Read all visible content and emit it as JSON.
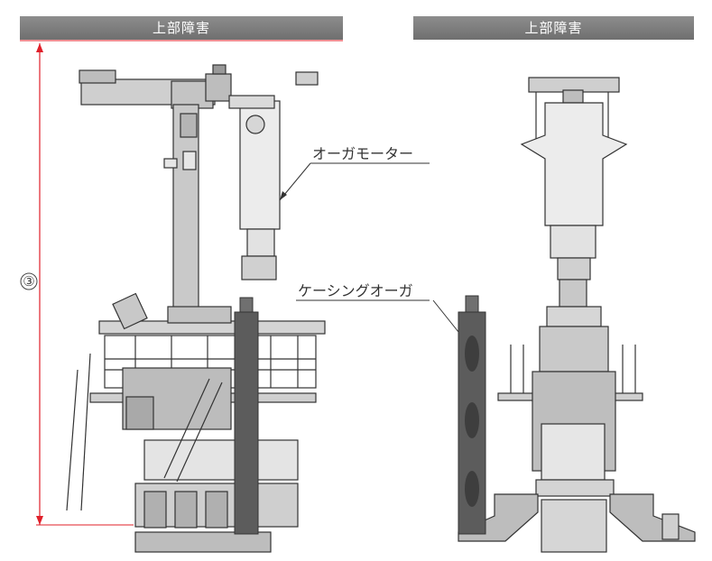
{
  "headers": {
    "left": "上部障害",
    "right": "上部障害"
  },
  "labels": {
    "auger_motor": "オーガモーター",
    "casing_auger": "ケーシングオーガ",
    "dimension_marker": "③"
  },
  "colors": {
    "header_bg": "#7b7b7b",
    "dimension_line": "#e0202a",
    "machine_fill": "#dcdcdc",
    "machine_dark": "#a9a9a9",
    "casing_fill": "#5c5c5c",
    "outline": "#333333"
  }
}
